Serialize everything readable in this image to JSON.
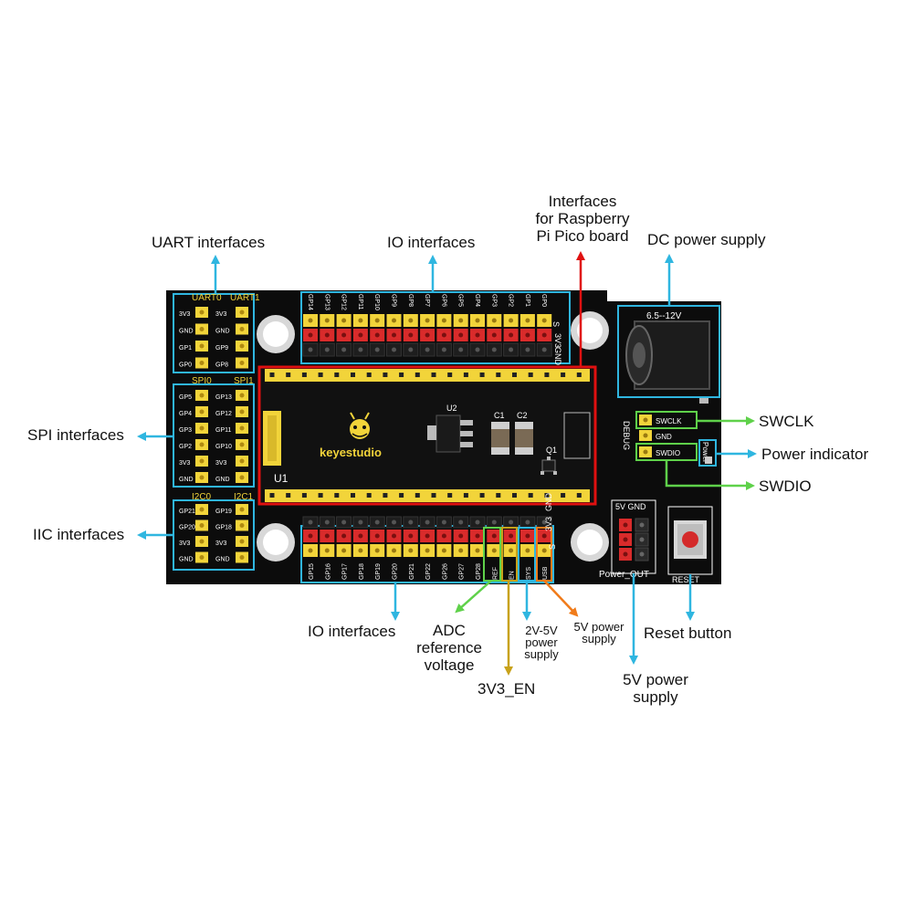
{
  "labels": {
    "uart": "UART interfaces",
    "io_top": "IO interfaces",
    "pico": "Interfaces\nfor Raspberry\nPi Pico board",
    "dc": "DC power supply",
    "spi": "SPI interfaces",
    "iic": "IIC interfaces",
    "swclk": "SWCLK",
    "power_indicator": "Power indicator",
    "swdio": "SWDIO",
    "io_bottom": "IO interfaces",
    "adc": "ADC\nreference\nvoltage",
    "v3_en": "3V3_EN",
    "v2_5": "2V-5V\npower\nsupply",
    "v5_small": "5V power\nsupply",
    "reset_btn": "Reset button",
    "v5_out": "5V power\nsupply"
  },
  "board": {
    "uart0": "UART0",
    "uart1": "UART1",
    "spi0": "SPI0",
    "spi1": "SPI1",
    "i2c0": "I2C0",
    "i2c1": "I2C1",
    "uart0_pins": [
      "3V3",
      "GND",
      "GP1",
      "GP0"
    ],
    "uart1_pins": [
      "3V3",
      "GND",
      "GP9",
      "GP8"
    ],
    "spi0_pins": [
      "GP5",
      "GP4",
      "GP3",
      "GP2",
      "3V3",
      "GND"
    ],
    "spi1_pins": [
      "GP13",
      "GP12",
      "GP11",
      "GP10",
      "3V3",
      "GND"
    ],
    "i2c0_pins": [
      "GP21",
      "GP20",
      "3V3",
      "GND"
    ],
    "i2c1_pins": [
      "GP19",
      "GP18",
      "3V3",
      "GND"
    ],
    "top_io_pins": [
      "GP14",
      "GP13",
      "GP12",
      "GP11",
      "GP10",
      "GP9",
      "GP8",
      "GP7",
      "GP6",
      "GP5",
      "GP4",
      "GP3",
      "GP2",
      "GP1",
      "GP0"
    ],
    "bottom_io_pins": [
      "GP15",
      "GP16",
      "GP17",
      "GP18",
      "GP19",
      "GP20",
      "GP21",
      "GP22",
      "GP26",
      "GP27",
      "GP28"
    ],
    "bottom_power_pins": [
      "REF",
      "EN",
      "SYS",
      "USB"
    ],
    "brand": "keyestudio",
    "u1": "U1",
    "u2": "U2",
    "c1": "C1",
    "c2": "C2",
    "q1": "Q1",
    "dc_rating": "6.5--12V",
    "debug": "DEBUG",
    "swclk_pin": "SWCLK",
    "gnd_pin": "GND",
    "swdio_pin": "SWDIO",
    "power_led": "Power",
    "power_out_header": "5V GND",
    "power_out": "Power_OUT",
    "reset": "RESET",
    "s": "S",
    "v3": "3V3",
    "gnd": "GND"
  },
  "colors": {
    "board": "#0c0c0c",
    "header_yellow": "#f2d43a",
    "header_red": "#d92b2b",
    "cyan": "#2fb6e0",
    "green": "#5fd14a",
    "red_arrow": "#e01010",
    "olive": "#c8a21a",
    "orange": "#f07b1a"
  }
}
